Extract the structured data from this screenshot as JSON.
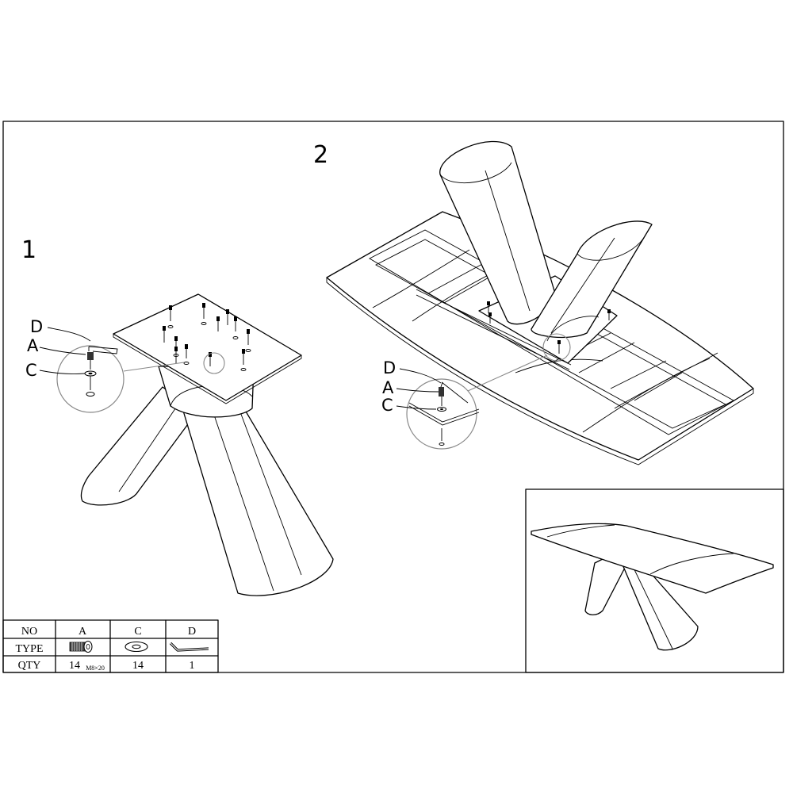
{
  "steps": {
    "step1": "1",
    "step2": "2"
  },
  "callouts": {
    "step1": {
      "d": "D",
      "a": "A",
      "c": "C"
    },
    "step2": {
      "d": "D",
      "a": "A",
      "c": "C"
    }
  },
  "parts_table": {
    "row_headers": [
      "NO",
      "TYPE",
      "QTY"
    ],
    "columns": [
      {
        "no": "A",
        "icon": "bolt-icon",
        "qty": "14",
        "size": "M8×20"
      },
      {
        "no": "C",
        "icon": "washer-icon",
        "qty": "14"
      },
      {
        "no": "D",
        "icon": "allen-key-icon",
        "qty": "1"
      }
    ]
  }
}
